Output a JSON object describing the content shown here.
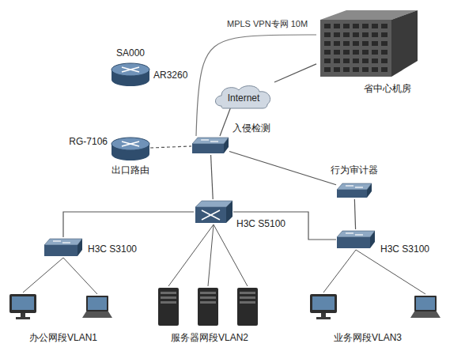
{
  "diagram": {
    "nodes": [
      {
        "text": [
          "SA000",
          "AR3260"
        ]
      },
      {
        "text": [
          "省中心机房"
        ]
      },
      {
        "text": [
          "Internet"
        ]
      },
      {
        "text": [
          "RG-7106",
          "出口路由"
        ]
      },
      {
        "text": [
          "入侵检测"
        ]
      },
      {
        "text": [
          "行为审计器"
        ]
      },
      {
        "text": [
          "H3C S5100"
        ]
      },
      {
        "text": [
          "H3C S3100"
        ]
      },
      {
        "text": [
          "H3C S3100"
        ]
      }
    ],
    "edges": [
      {
        "from": 4,
        "to": 1,
        "arrow": "none",
        "label": "MPLS VPN专网 10M"
      },
      {
        "from": 4,
        "to": 2,
        "arrow": "none"
      },
      {
        "from": 2,
        "to": 1,
        "arrow": "none"
      },
      {
        "from": 3,
        "to": 4,
        "arrow": "none"
      },
      {
        "from": 4,
        "to": 6,
        "arrow": "none"
      },
      {
        "from": 4,
        "to": 5,
        "arrow": "none"
      },
      {
        "from": 5,
        "to": 8,
        "arrow": "none"
      },
      {
        "from": 6,
        "to": 7,
        "arrow": "none"
      },
      {
        "from": 6,
        "to": 8,
        "arrow": "none"
      }
    ],
    "labels": [
      "办公网段VLAN1",
      "服务器网段VLAN2",
      "业务网段VLAN3"
    ]
  }
}
